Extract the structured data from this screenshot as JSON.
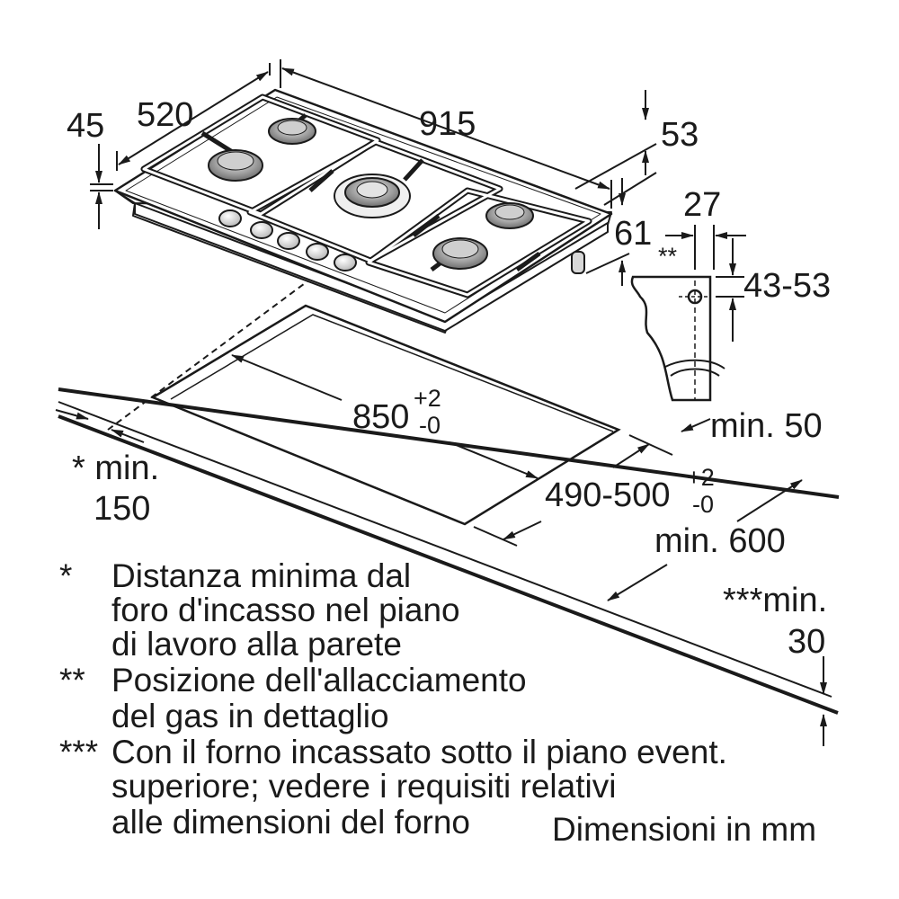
{
  "diagram": {
    "dimensions": {
      "d45": "45",
      "d520": "520",
      "d915": "915",
      "d53": "53",
      "d27": "27",
      "d61": "61",
      "gas_mark": "**",
      "d43_53": "43-53",
      "cutout_length": "850",
      "cutout_length_tol_plus": "+2",
      "cutout_length_tol_minus": "-0",
      "cutout_depth": "490-500",
      "cutout_depth_tol_plus": "+2",
      "cutout_depth_tol_minus": "-0",
      "min50": "min. 50",
      "min600": "min. 600",
      "min150_line1": "* min.",
      "min150_line2": "150",
      "min30_line1": "***min.",
      "min30_line2": "30"
    },
    "notes": [
      {
        "mark": "*",
        "lines": [
          "Distanza minima dal",
          "foro d'incasso nel piano",
          "di lavoro alla parete"
        ]
      },
      {
        "mark": "**",
        "lines": [
          "Posizione dell'allacciamento",
          "del gas in dettaglio"
        ]
      },
      {
        "mark": "***",
        "lines": [
          "Con il forno incassato sotto il piano event.",
          "superiore; vedere i requisiti relativi",
          "alle dimensioni del forno"
        ]
      }
    ],
    "units_note": "Dimensioni in mm"
  }
}
